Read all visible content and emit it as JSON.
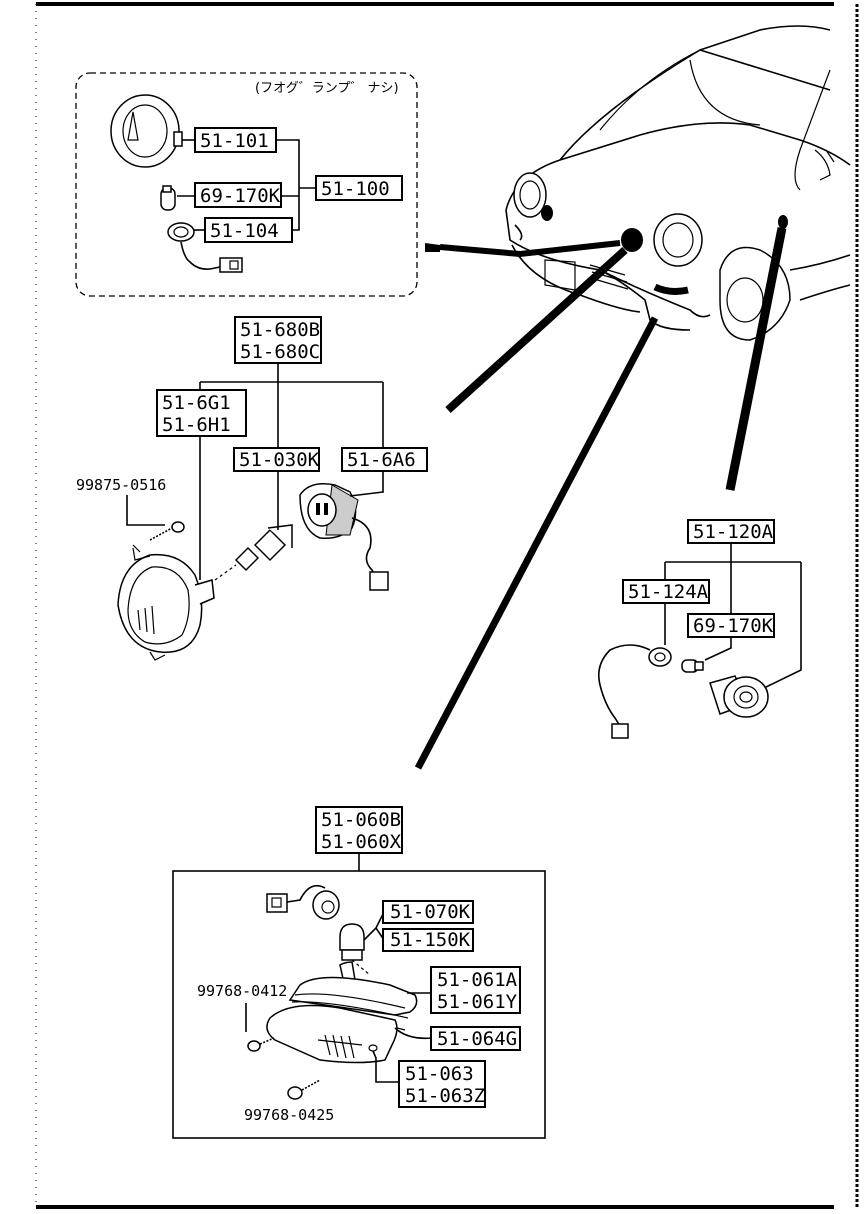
{
  "fog_lamp_group": {
    "note": "(フオグ゛ランプ゛ ナシ)",
    "labels": [
      "51-101",
      "69-170K",
      "51-104",
      "51-100"
    ]
  },
  "fog_lamp_assembly": {
    "labels": [
      "51-680B",
      "51-680C",
      "51-6G1",
      "51-6H1",
      "51-030K",
      "51-6A6"
    ],
    "screw": "99875-0516"
  },
  "side_marker": {
    "labels": [
      "51-120A",
      "51-124A",
      "69-170K"
    ]
  },
  "front_combination_lamp": {
    "labels": [
      "51-060B",
      "51-060X",
      "51-070K",
      "51-150K",
      "51-061A",
      "51-061Y",
      "51-064G",
      "51-063",
      "51-063Z"
    ],
    "screw_1": "99768-0412",
    "screw_2": "99768-0425"
  }
}
